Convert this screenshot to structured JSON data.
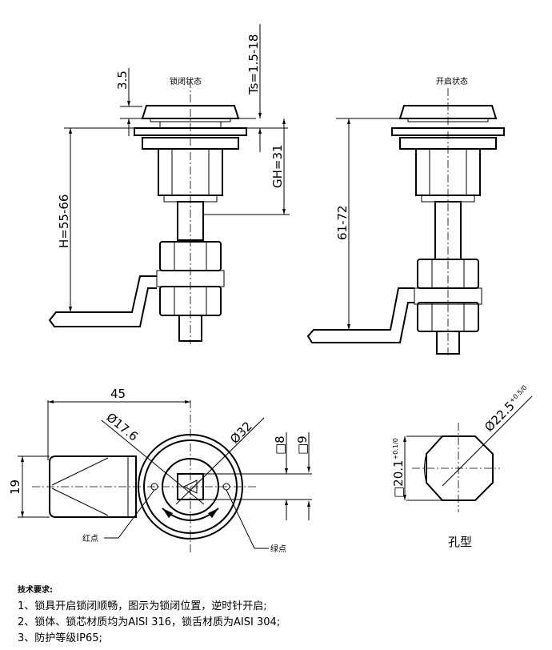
{
  "side_view_locked": {
    "label": "锁闭状态",
    "dim_cap": "3.5",
    "dim_ts": "Ts=1.5-18",
    "dim_h": "H=55-66",
    "dim_gh": "GH=31"
  },
  "side_view_open": {
    "label": "开启状态",
    "dim_h": "61-72"
  },
  "front_view": {
    "dim_width": "45",
    "dim_inner_dia": "Ø17.6",
    "dim_outer_dia": "Ø32",
    "dim_sq8": "□8",
    "dim_sq9": "□9",
    "dim_lever": "19",
    "red_dot": "红点",
    "green_dot": "绿点"
  },
  "hole_view": {
    "dim_square": "□20.1",
    "tol_square": "+0.1/0",
    "dim_dia": "Ø22.5",
    "tol_dia": "+0.5/0",
    "label": "孔型"
  },
  "notes": {
    "title": "技术要求:",
    "items": [
      "1、锁具开启锁闭顺畅，图示为锁闭位置，逆时针开启;",
      "2、锁体、锁芯材质均为AISI 316，锁舌材质为AISI 304;",
      "3、防护等级IP65;"
    ]
  }
}
